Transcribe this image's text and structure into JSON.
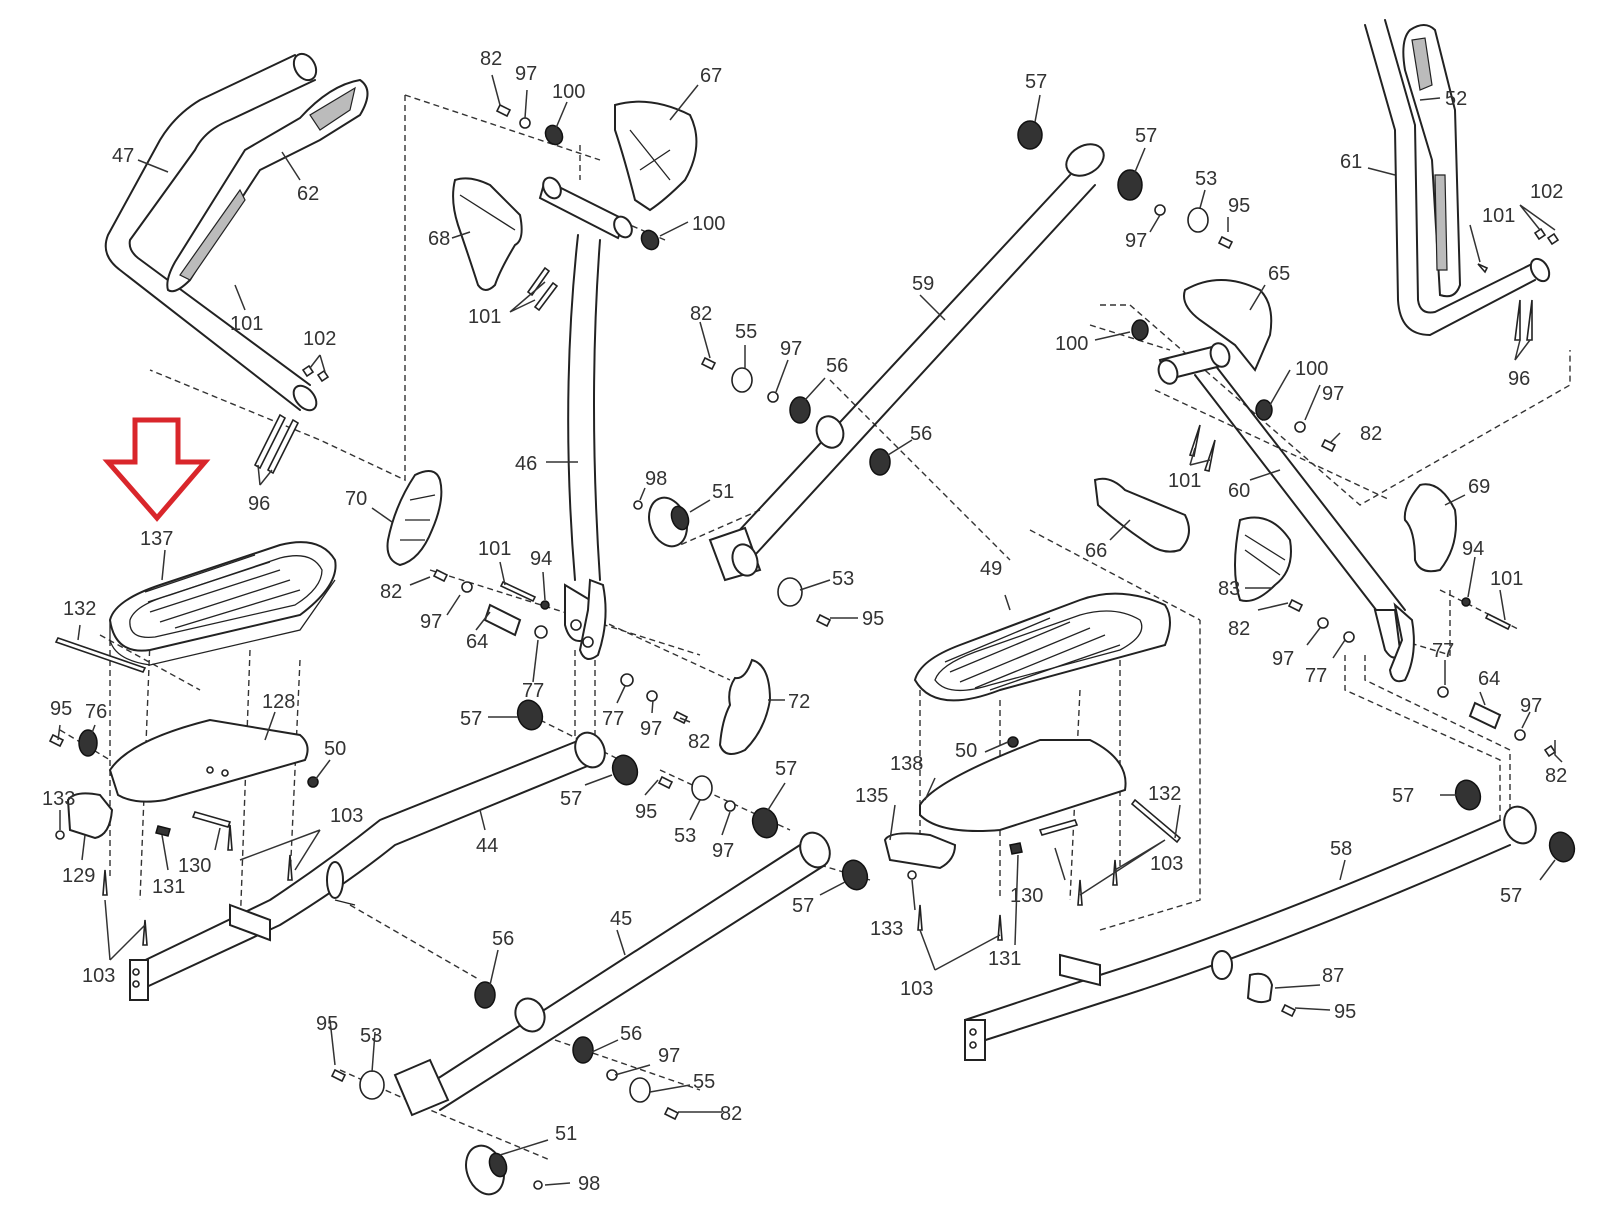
{
  "diagram": {
    "type": "exploded-parts-diagram",
    "subject": "elliptical trainer frame, arms and pedal assemblies",
    "highlight": {
      "part": "137",
      "indicator": "red-down-arrow",
      "color": "#d9262b"
    },
    "labels": {
      "l47": "47",
      "l62": "62",
      "l101a": "101",
      "l102a": "102",
      "l96a": "96",
      "l137": "137",
      "l132a": "132",
      "l95a": "95",
      "l76": "76",
      "l128": "128",
      "l50a": "50",
      "l133a": "133",
      "l129": "129",
      "l130a": "130",
      "l131a": "131",
      "l103a": "103",
      "l103b": "103",
      "l82a": "82",
      "l97a": "97",
      "l100a": "100",
      "l67": "67",
      "l68": "68",
      "l100b": "100",
      "l101b": "101",
      "l46": "46",
      "l70": "70",
      "l82b": "82",
      "l97b": "97",
      "l101c": "101",
      "l94a": "94",
      "l64a": "64",
      "l77a": "77",
      "l57a": "57",
      "l77b": "77",
      "l97c": "97",
      "l82c": "82",
      "l72": "72",
      "l44": "44",
      "l57b": "57",
      "l95b": "95",
      "l53a": "53",
      "l97d": "97",
      "l57c": "57",
      "l57d": "57",
      "l45": "45",
      "l56a": "56",
      "l95c": "95",
      "l53b": "53",
      "l56b": "56",
      "l97e": "97",
      "l55a": "55",
      "l82d": "82",
      "l51a": "51",
      "l98a": "98",
      "l82e": "82",
      "l55b": "55",
      "l97f": "97",
      "l56c": "56",
      "l59": "59",
      "l56d": "56",
      "l98b": "98",
      "l51b": "51",
      "l53c": "53",
      "l95d": "95",
      "l57e": "57",
      "l57f": "57",
      "l53d": "53",
      "l95e": "95",
      "l97g": "97",
      "l61": "61",
      "l52": "52",
      "l102b": "102",
      "l101d": "101",
      "l96b": "96",
      "l65": "65",
      "l100c": "100",
      "l100d": "100",
      "l97h": "97",
      "l82f": "82",
      "l101e": "101",
      "l60": "60",
      "l66": "66",
      "l69": "69",
      "l83": "83",
      "l94b": "94",
      "l101f": "101",
      "l82g": "82",
      "l97i": "97",
      "l77c": "77",
      "l77d": "77",
      "l64b": "64",
      "l97j": "97",
      "l82h": "82",
      "l49": "49",
      "l50b": "50",
      "l138": "138",
      "l135": "135",
      "l132b": "132",
      "l133b": "133",
      "l130b": "130",
      "l131b": "131",
      "l103c": "103",
      "l103d": "103",
      "l58": "58",
      "l57g": "57",
      "l57h": "57",
      "l87": "87",
      "l95f": "95"
    }
  }
}
